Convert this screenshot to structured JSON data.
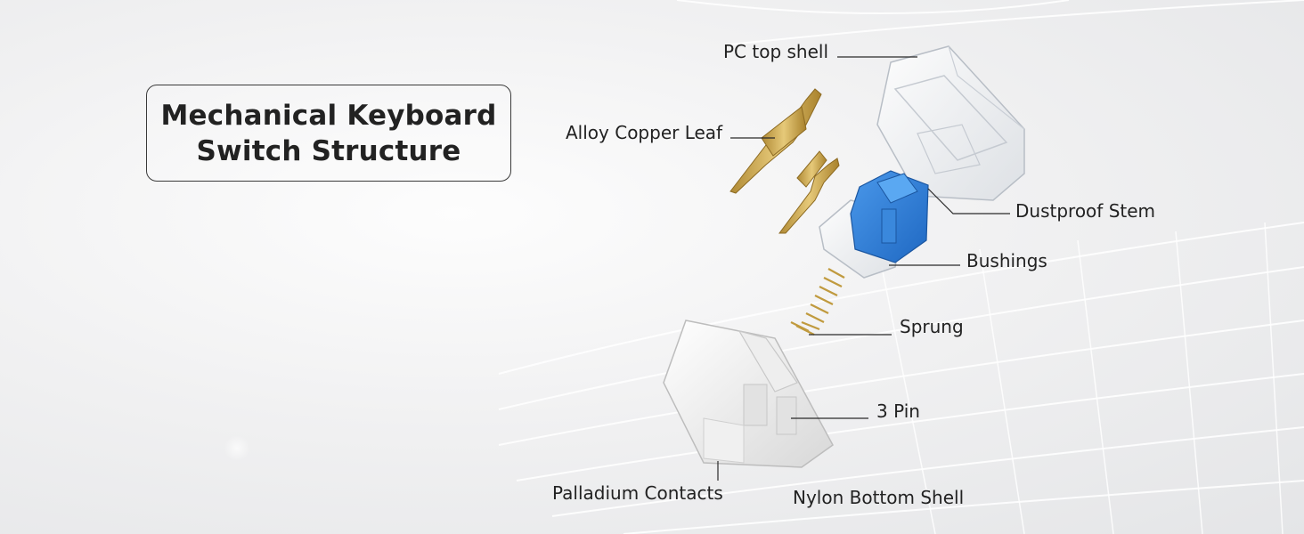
{
  "title": {
    "line1": "Mechanical Keyboard",
    "line2": "Switch Structure"
  },
  "labels": {
    "pc_top_shell": "PC top shell",
    "alloy_copper_leaf": "Alloy Copper Leaf",
    "dustproof_stem": "Dustproof Stem",
    "bushings": "Bushings",
    "sprung": "Sprung",
    "three_pin": "3 Pin",
    "palladium_contacts": "Palladium Contacts",
    "nylon_bottom_shell": "Nylon Bottom Shell"
  },
  "colors": {
    "stem_blue": "#2f7fd6",
    "gold": "#c9a64a",
    "line": "#2a2a2a"
  }
}
